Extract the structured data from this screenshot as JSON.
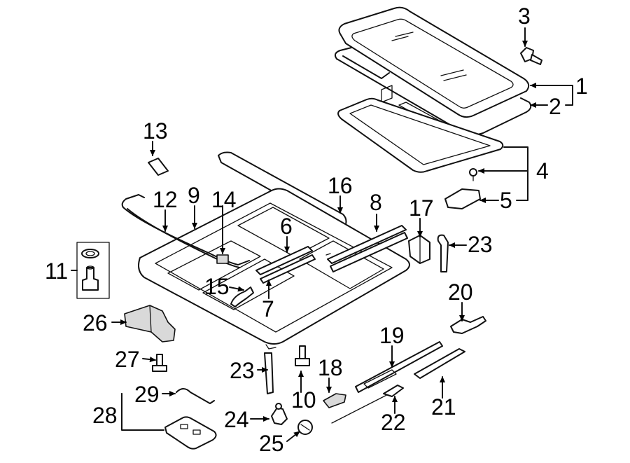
{
  "callouts": [
    {
      "id": "1",
      "text": "1"
    },
    {
      "id": "2",
      "text": "2"
    },
    {
      "id": "3",
      "text": "3"
    },
    {
      "id": "4",
      "text": "4"
    },
    {
      "id": "5",
      "text": "5"
    },
    {
      "id": "6",
      "text": "6"
    },
    {
      "id": "7",
      "text": "7"
    },
    {
      "id": "8",
      "text": "8"
    },
    {
      "id": "9",
      "text": "9"
    },
    {
      "id": "10",
      "text": "10"
    },
    {
      "id": "11",
      "text": "11"
    },
    {
      "id": "12",
      "text": "12"
    },
    {
      "id": "13",
      "text": "13"
    },
    {
      "id": "14",
      "text": "14"
    },
    {
      "id": "15",
      "text": "15"
    },
    {
      "id": "16",
      "text": "16"
    },
    {
      "id": "17",
      "text": "17"
    },
    {
      "id": "18",
      "text": "18"
    },
    {
      "id": "19",
      "text": "19"
    },
    {
      "id": "20",
      "text": "20"
    },
    {
      "id": "21",
      "text": "21"
    },
    {
      "id": "22",
      "text": "22"
    },
    {
      "id": "23a",
      "text": "23"
    },
    {
      "id": "23b",
      "text": "23"
    },
    {
      "id": "24",
      "text": "24"
    },
    {
      "id": "25",
      "text": "25"
    },
    {
      "id": "26",
      "text": "26"
    },
    {
      "id": "27",
      "text": "27"
    },
    {
      "id": "28",
      "text": "28"
    },
    {
      "id": "29",
      "text": "29"
    }
  ]
}
